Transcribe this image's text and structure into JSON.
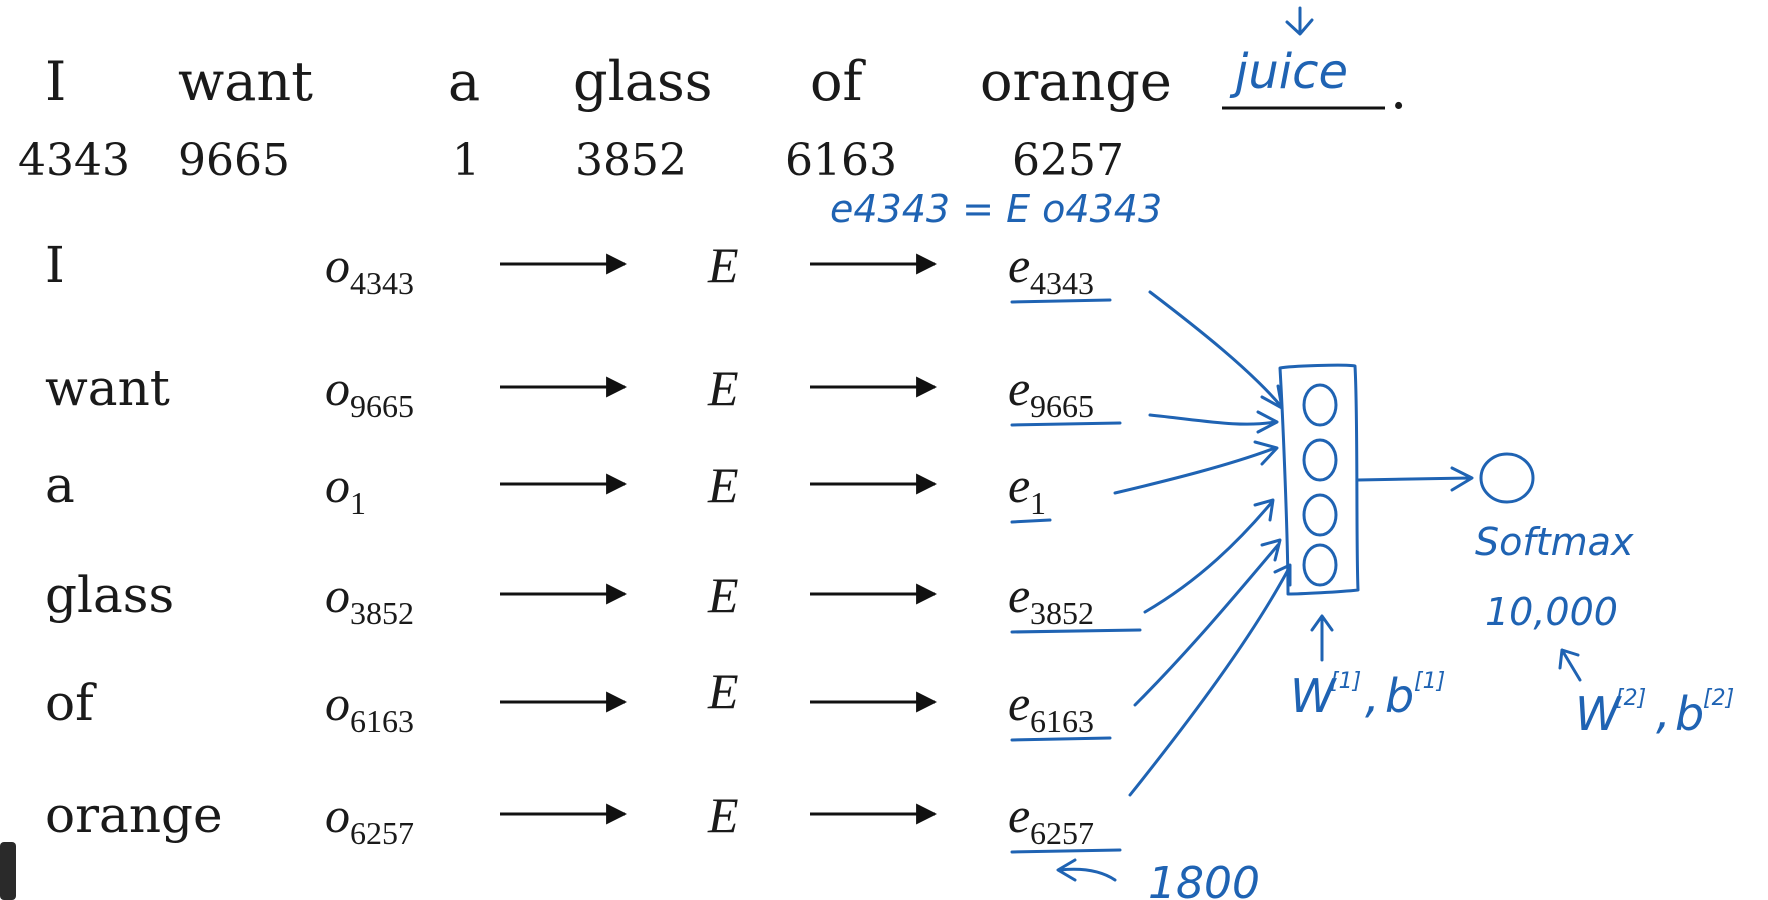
{
  "sentence": {
    "words": [
      "I",
      "want",
      "a",
      "glass",
      "of",
      "orange"
    ],
    "blank": "juice",
    "period": ".",
    "indices": [
      "4343",
      "9665",
      "1",
      "3852",
      "6163",
      "6257"
    ]
  },
  "rows": [
    {
      "word": "I",
      "onehot_sub": "4343",
      "matrix": "E",
      "emb_sub": "4343"
    },
    {
      "word": "want",
      "onehot_sub": "9665",
      "matrix": "E",
      "emb_sub": "9665"
    },
    {
      "word": "a",
      "onehot_sub": "1",
      "matrix": "E",
      "emb_sub": "1"
    },
    {
      "word": "glass",
      "onehot_sub": "3852",
      "matrix": "E",
      "emb_sub": "3852"
    },
    {
      "word": "of",
      "onehot_sub": "6163",
      "matrix": "E",
      "emb_sub": "6163"
    },
    {
      "word": "orange",
      "onehot_sub": "6257",
      "matrix": "E",
      "emb_sub": "6257"
    }
  ],
  "symbols": {
    "onehot": "o",
    "embedding": "e"
  },
  "annotations": {
    "embedding_eq": "e4343 = E o4343",
    "input_dim": "1800",
    "softmax_label": "Softmax",
    "vocab_size": "10,000",
    "w1": "W",
    "w1_sup": "[1]",
    "b1": "b",
    "b1_sup": "[1]",
    "w2": "W",
    "w2_sup": "[2]",
    "b2": "b",
    "b2_sup": "[2]"
  },
  "colors": {
    "ink": "#1f63b3",
    "text": "#1a1a1a"
  }
}
